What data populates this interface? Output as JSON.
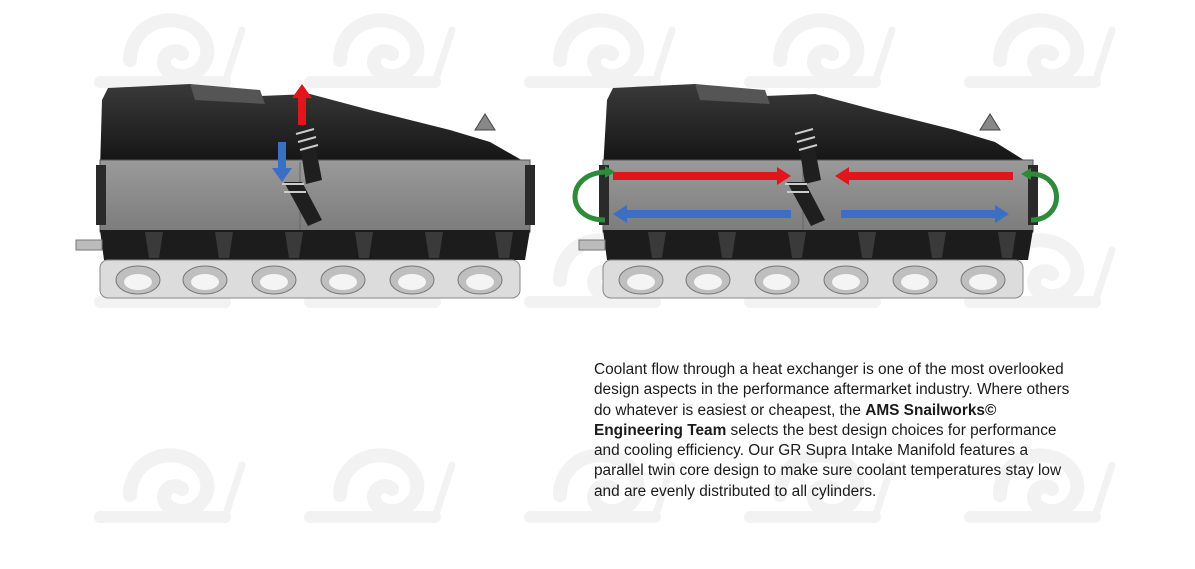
{
  "description": {
    "intro": "Coolant flow through a heat exchanger is one of the most overlooked design aspects in the performance aftermarket industry. Where others do whatever is easiest or cheapest, the ",
    "brand_team": "AMS Snailworks© Engineering Team",
    "outro": " selects the best design choices for performance and cooling efficiency. Our GR Supra Intake Manifold features a parallel twin core design to make sure coolant temperatures stay low and are evenly distributed to all cylinders."
  },
  "figures": [
    {
      "flow": "single-core",
      "arrows": [
        "red-up",
        "blue-down"
      ]
    },
    {
      "flow": "parallel-twin-core",
      "arrows": [
        "red-right",
        "red-left",
        "blue-left",
        "blue-right",
        "green-loop-left",
        "green-loop-right"
      ]
    }
  ],
  "colors": {
    "hot": "#e0161b",
    "cold": "#3a6fc4",
    "loop": "#2f8a3a",
    "body": "#8d8d8d",
    "top": "#222222",
    "watermark": "#f1f1f1"
  }
}
